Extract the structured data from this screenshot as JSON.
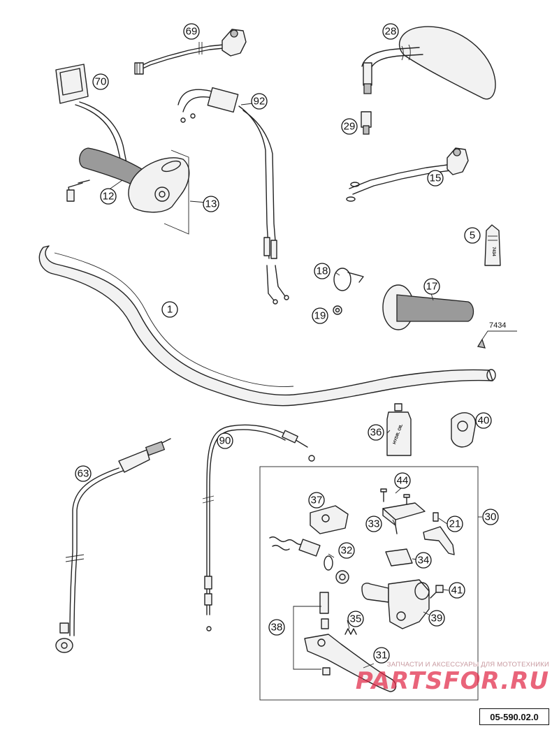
{
  "callouts": [
    {
      "id": "69",
      "label": "69"
    },
    {
      "id": "28",
      "label": "28"
    },
    {
      "id": "70",
      "label": "70"
    },
    {
      "id": "92",
      "label": "92"
    },
    {
      "id": "29",
      "label": "29"
    },
    {
      "id": "15",
      "label": "15"
    },
    {
      "id": "12",
      "label": "12"
    },
    {
      "id": "13",
      "label": "13"
    },
    {
      "id": "5",
      "label": "5"
    },
    {
      "id": "18",
      "label": "18"
    },
    {
      "id": "17",
      "label": "17"
    },
    {
      "id": "1",
      "label": "1"
    },
    {
      "id": "19",
      "label": "19"
    },
    {
      "id": "36",
      "label": "36"
    },
    {
      "id": "40",
      "label": "40"
    },
    {
      "id": "90",
      "label": "90"
    },
    {
      "id": "63",
      "label": "63"
    },
    {
      "id": "44",
      "label": "44"
    },
    {
      "id": "37",
      "label": "37"
    },
    {
      "id": "33",
      "label": "33"
    },
    {
      "id": "21",
      "label": "21"
    },
    {
      "id": "30",
      "label": "30"
    },
    {
      "id": "32",
      "label": "32"
    },
    {
      "id": "34",
      "label": "34"
    },
    {
      "id": "41",
      "label": "41"
    },
    {
      "id": "39",
      "label": "39"
    },
    {
      "id": "38",
      "label": "38"
    },
    {
      "id": "35",
      "label": "35"
    },
    {
      "id": "31",
      "label": "31"
    }
  ],
  "loctite_label": "7434",
  "tube_label": "7434",
  "oil_label": "HYDR. OIL",
  "drawing_number": "05-590.02.0",
  "watermark": {
    "caption": "ЗАПЧАСТИ И АКСЕССУАРЫ ДЛЯ МОТОТЕХНИКИ",
    "logo": "PARTSFOR.RU"
  }
}
